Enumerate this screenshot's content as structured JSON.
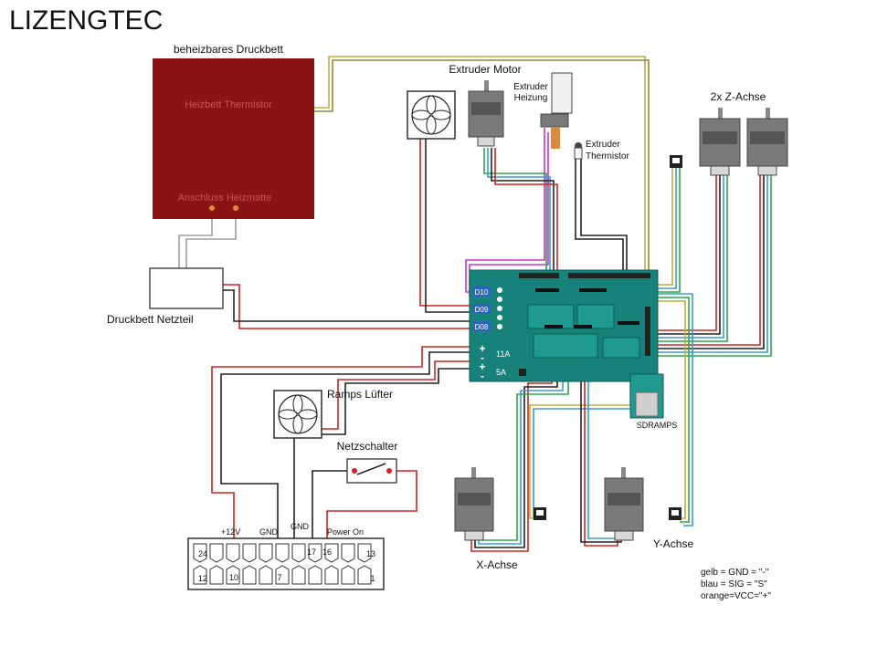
{
  "brand": "LIZENGTEC",
  "bed": {
    "title": "beheizbares Druckbett",
    "thermistor_label": "Heizbett Thermistor",
    "connection_label": "Anschluss Heizmatte"
  },
  "labels": {
    "extruder_motor": "Extruder Motor",
    "extruder_heater_1": "Extruder",
    "extruder_heater_2": "Heizung",
    "extruder_thermistor_1": "Extruder",
    "extruder_thermistor_2": "Thermistor",
    "z_axis": "2x Z-Achse",
    "bed_psu": "Druckbett Netzteil",
    "ramps_fan": "Ramps Lüfter",
    "power_switch": "Netzschalter",
    "x_axis": "X-Achse",
    "y_axis": "Y-Achse",
    "sdramps": "SDRAMPS"
  },
  "board": {
    "d10": "D10",
    "d09": "D09",
    "d08": "D08",
    "rating_11a": "11A",
    "rating_5a": "5A"
  },
  "atx": {
    "label_12v": "+12V",
    "label_gnd": "GND",
    "label_gnd2": "GND",
    "label_power_on": "Power On",
    "pin_24": "24",
    "pin_10": "10",
    "pin_7": "7",
    "pin_17": "17",
    "pin_16": "16",
    "pin_13": "13",
    "pin_12": "12",
    "pin_1": "1"
  },
  "legend": {
    "line1": "gelb = GND = \"-\"",
    "line2": "blau = SIG = \"S\"",
    "line3": "orange=VCC=\"+\""
  },
  "colors": {
    "bed": "#8b1313",
    "board": "#16827a",
    "wire_red": "#d62020",
    "wire_black": "#222222",
    "wire_yellow": "#b7b33a",
    "wire_pink": "#cc33cc",
    "wire_blue": "#3a9ad9",
    "wire_green": "#2aa84a",
    "wire_olive": "#8a8a3a",
    "wire_gray": "#a0a0a0"
  }
}
